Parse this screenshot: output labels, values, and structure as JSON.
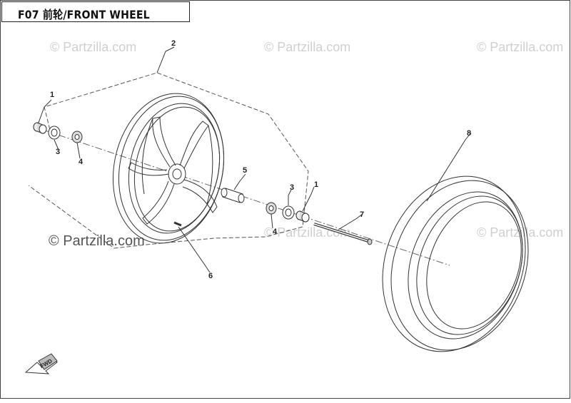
{
  "title": "F07 前轮/FRONT WHEEL",
  "watermarks": [
    "© Partzilla.com",
    "© Partzilla.com",
    "© Partzilla.com",
    "© Partzilla.com",
    "© Partzilla.com",
    "© Partzilla.com"
  ],
  "callouts": [
    "1",
    "2",
    "3",
    "4",
    "5",
    "4",
    "3",
    "1",
    "7",
    "6",
    "8"
  ],
  "fwd_label": "FWD",
  "colors": {
    "line": "#333333",
    "watermark": "#c8c8c8",
    "watermark_main": "#555555"
  }
}
